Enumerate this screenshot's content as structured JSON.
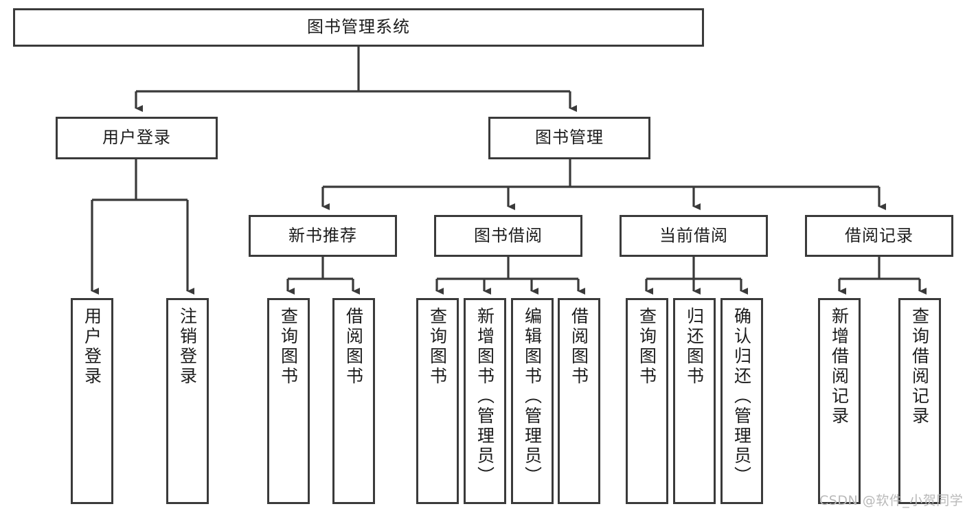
{
  "diagram": {
    "title": "图书管理系统",
    "type": "hierarchy-tree",
    "root": {
      "id": "root",
      "label": "图书管理系统",
      "level": 0
    },
    "level1": [
      {
        "id": "user-login",
        "label": "用户登录",
        "level": 1
      },
      {
        "id": "book-manage",
        "label": "图书管理",
        "level": 1
      }
    ],
    "level2": [
      {
        "id": "new-book-recommend",
        "label": "新书推荐",
        "level": 2,
        "parent": "book-manage"
      },
      {
        "id": "book-borrow",
        "label": "图书借阅",
        "level": 2,
        "parent": "book-manage"
      },
      {
        "id": "current-borrow",
        "label": "当前借阅",
        "level": 2,
        "parent": "book-manage"
      },
      {
        "id": "borrow-record",
        "label": "借阅记录",
        "level": 2,
        "parent": "book-manage"
      }
    ],
    "leaves": [
      {
        "id": "leaf-user-login",
        "label": "用户登录",
        "parent": "user-login"
      },
      {
        "id": "leaf-user-logout",
        "label": "注销登录",
        "parent": "user-login"
      },
      {
        "id": "leaf-recommend-query",
        "label": "查询图书",
        "parent": "new-book-recommend"
      },
      {
        "id": "leaf-recommend-borrow",
        "label": "借阅图书",
        "parent": "new-book-recommend"
      },
      {
        "id": "leaf-borrow-query",
        "label": "查询图书",
        "parent": "book-borrow"
      },
      {
        "id": "leaf-borrow-add",
        "label": "新增图书（管理员）",
        "parent": "book-borrow"
      },
      {
        "id": "leaf-borrow-edit",
        "label": "编辑图书（管理员）",
        "parent": "book-borrow"
      },
      {
        "id": "leaf-borrow-lend",
        "label": "借阅图书",
        "parent": "book-borrow"
      },
      {
        "id": "leaf-current-query",
        "label": "查询图书",
        "parent": "current-borrow"
      },
      {
        "id": "leaf-current-return",
        "label": "归还图书",
        "parent": "current-borrow"
      },
      {
        "id": "leaf-current-confirm",
        "label": "确认归还（管理员）",
        "parent": "current-borrow"
      },
      {
        "id": "leaf-record-add",
        "label": "新增借阅记录",
        "parent": "borrow-record"
      },
      {
        "id": "leaf-record-query",
        "label": "查询借阅记录",
        "parent": "borrow-record"
      }
    ]
  },
  "watermark": {
    "text": "CSDN @软件_小贺同学"
  },
  "colors": {
    "border": "#3a3a3a",
    "background": "#ffffff",
    "text": "#1c1c1c",
    "watermark": "#b9b9b9"
  }
}
